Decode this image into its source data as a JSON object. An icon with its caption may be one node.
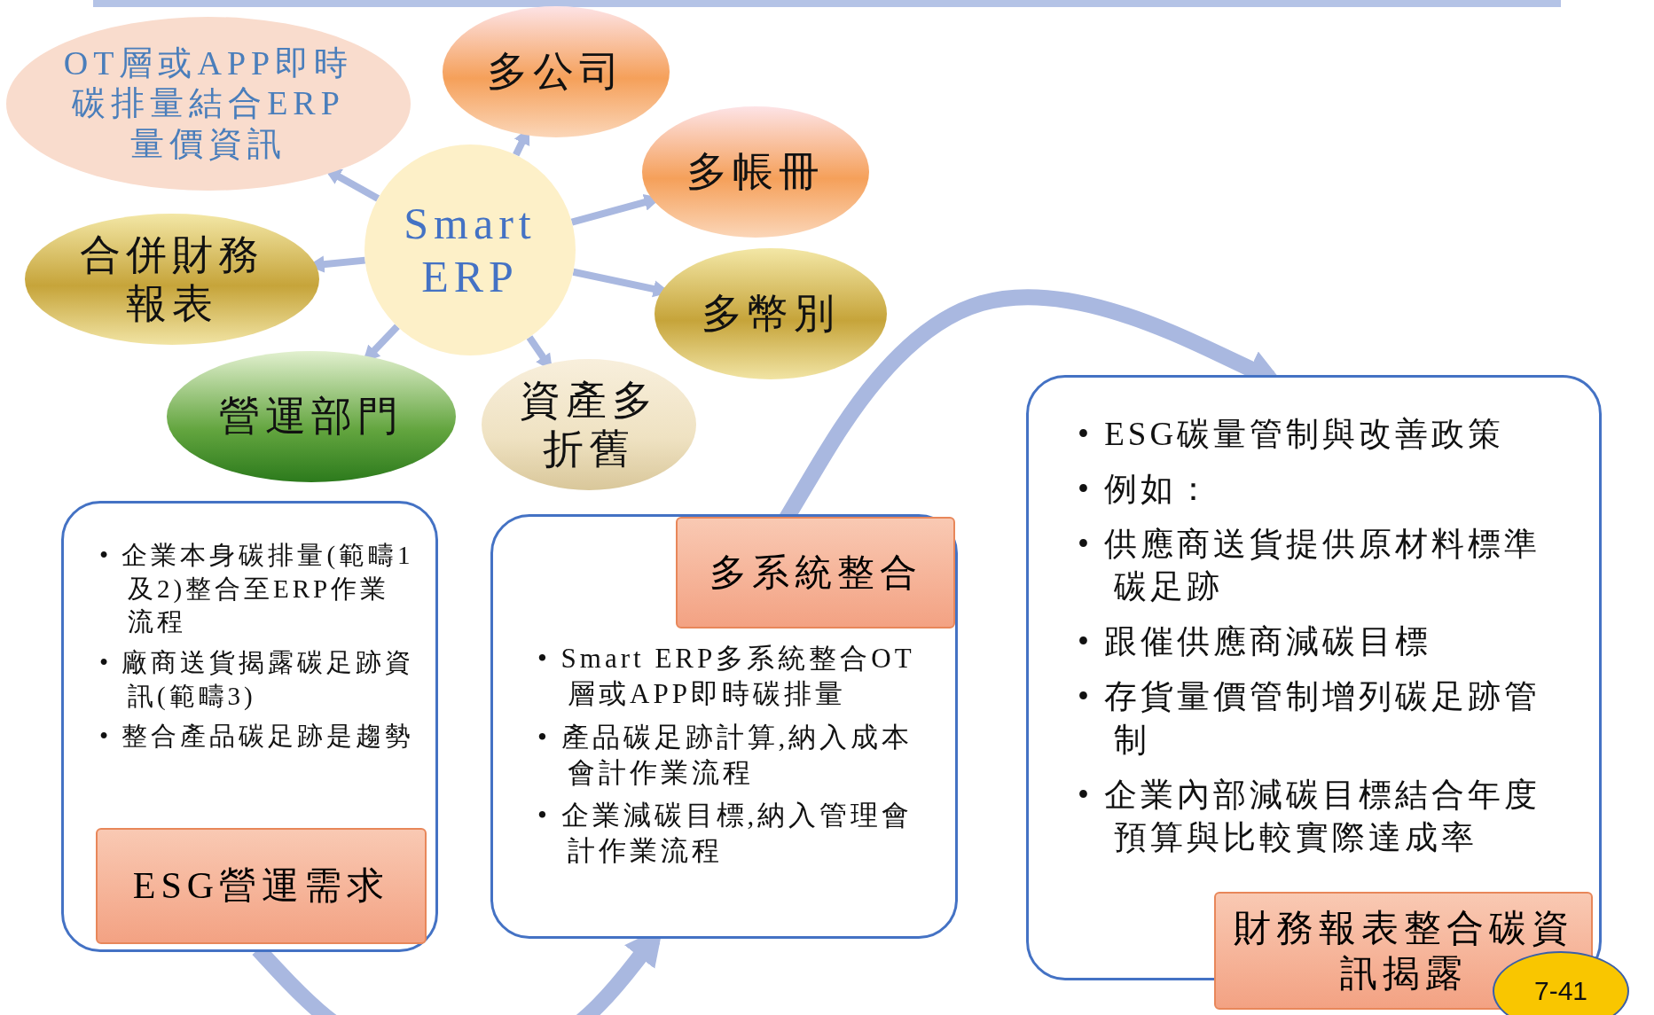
{
  "diagram": {
    "nodes": [
      {
        "text": [
          "OT層或APP即時碳排量結合ERP量價資訊"
        ]
      },
      {
        "text": [
          "多公司"
        ]
      },
      {
        "text": [
          "多帳冊"
        ]
      },
      {
        "text": [
          "Smart ERP"
        ]
      },
      {
        "text": [
          "合併財務報表"
        ]
      },
      {
        "text": [
          "多幣別"
        ]
      },
      {
        "text": [
          "營運部門"
        ]
      },
      {
        "text": [
          "資產多折舊"
        ]
      },
      {
        "text": [
          "• 企業本身碳排量(範疇1及2)整合至ERP作業流程",
          "• 廠商送貨揭露碳足跡資訊(範疇3)",
          "• 整合產品碳足跡是趨勢"
        ]
      },
      {
        "text": [
          "ESG營運需求"
        ],
        "in": 8
      },
      {
        "text": [
          "• Smart ERP多系統整合OT層或APP即時碳排量",
          "• 產品碳足跡計算,納入成本會計作業流程",
          "• 企業減碳目標,納入管理會計作業流程"
        ]
      },
      {
        "text": [
          "多系統整合"
        ],
        "in": 10
      },
      {
        "text": [
          "• ESG碳量管制與改善政策",
          "• 例如：",
          "• 供應商送貨提供原材料標準碳足跡",
          "• 跟催供應商減碳目標",
          "• 存貨量價管制增列碳足跡管制",
          "• 企業內部減碳目標結合年度預算與比較實際達成率"
        ]
      },
      {
        "text": [
          "財務報表整合碳資訊揭露"
        ]
      },
      {
        "text": [
          "7-41"
        ]
      }
    ],
    "edges": [
      {
        "from": 3,
        "to": 0,
        "arrow": "to"
      },
      {
        "from": 3,
        "to": 1,
        "arrow": "to"
      },
      {
        "from": 3,
        "to": 2,
        "arrow": "to"
      },
      {
        "from": 3,
        "to": 4,
        "arrow": "to"
      },
      {
        "from": 3,
        "to": 5,
        "arrow": "to"
      },
      {
        "from": 3,
        "to": 6,
        "arrow": "to"
      },
      {
        "from": 3,
        "to": 7,
        "arrow": "to"
      },
      {
        "from": 8,
        "to": 10,
        "arrow": "to",
        "style": "thick"
      },
      {
        "from": 11,
        "to": 12,
        "arrow": "to",
        "style": "thick"
      }
    ]
  }
}
